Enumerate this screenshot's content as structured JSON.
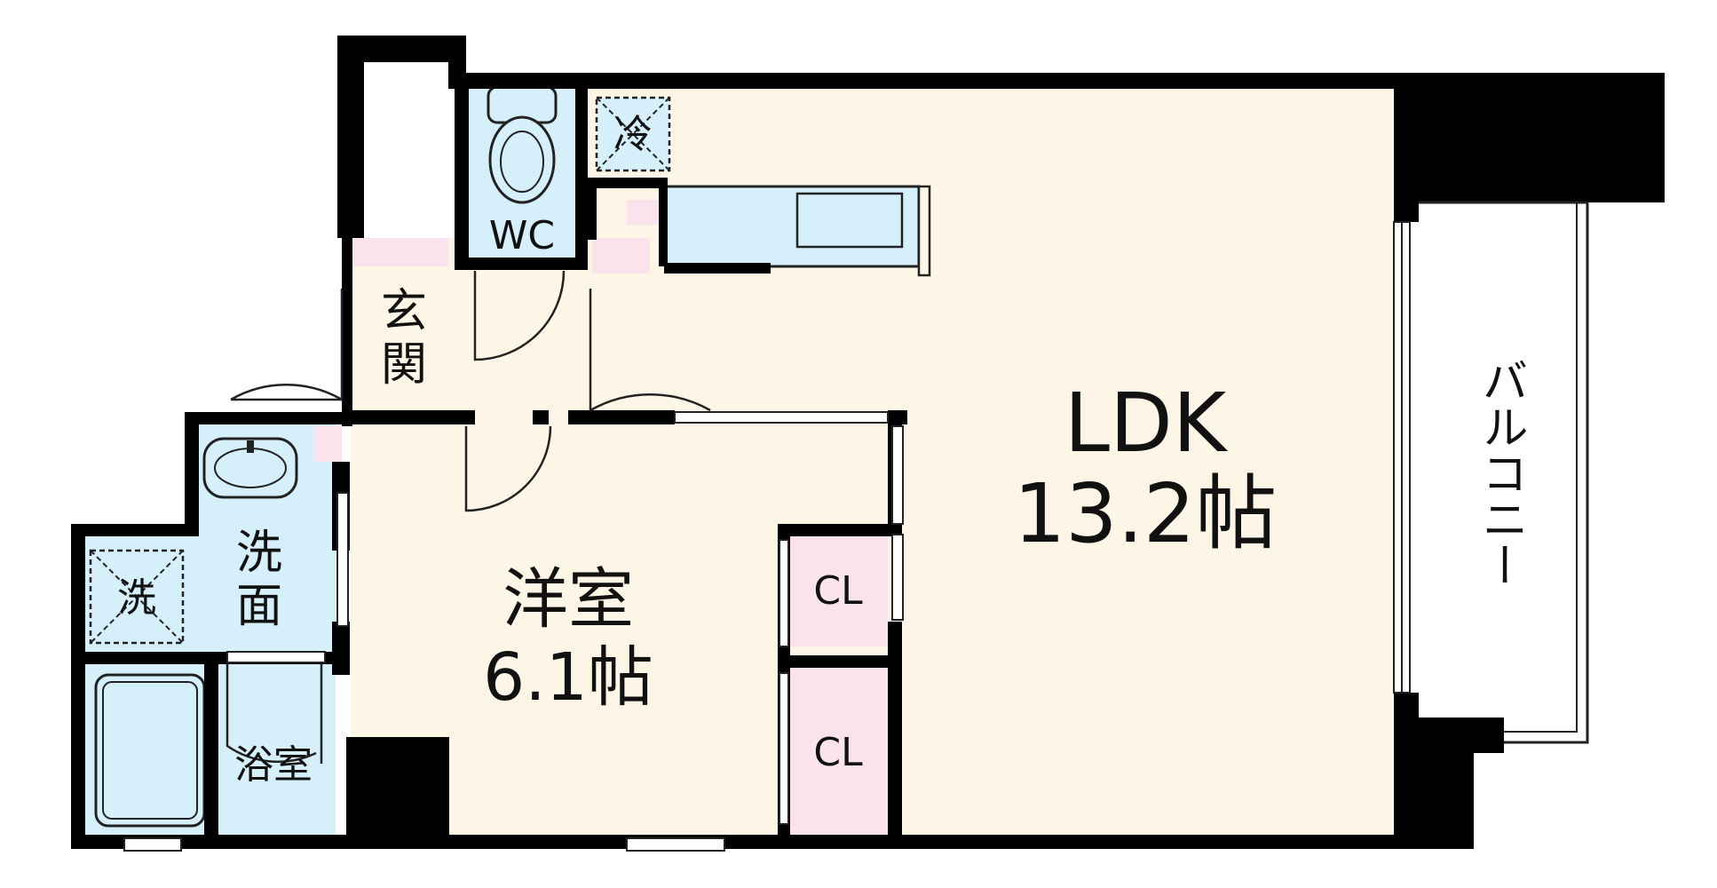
{
  "colors": {
    "wall": "#000000",
    "living": "#fdf6e6",
    "wet_area": "#d5f0fb",
    "closet": "#fbe3ee",
    "outline": "#222222",
    "balcony": "#ffffff"
  },
  "rooms": {
    "ldk": {
      "name": "LDK",
      "size": "13.2帖"
    },
    "western": {
      "name": "洋室",
      "size": "6.1帖"
    },
    "entrance": {
      "line1": "玄",
      "line2": "関"
    },
    "wc": {
      "name": "WC"
    },
    "washroom": {
      "line1": "洗",
      "line2": "面"
    },
    "washer": {
      "name": "洗"
    },
    "bath": {
      "name": "浴室"
    },
    "fridge": {
      "name": "冷"
    },
    "closet_upper": {
      "name": "CL"
    },
    "closet_lower": {
      "name": "CL"
    },
    "balcony": {
      "name": "バルコニー"
    }
  },
  "icons": [
    "toilet-icon",
    "sink-icon",
    "bathtub-icon",
    "kitchen-counter-icon",
    "fridge-space-icon",
    "washer-space-icon"
  ]
}
